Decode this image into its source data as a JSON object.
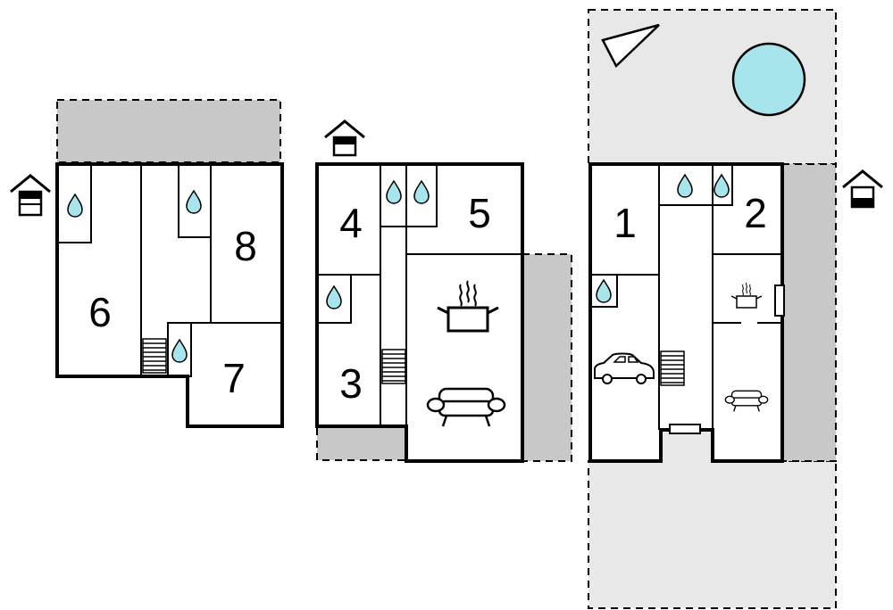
{
  "plan": {
    "colors": {
      "terrace_dark": "#c8c8c8",
      "terrace_light": "#e8e8e8",
      "pool": "#a8e4ec",
      "water_drop": "#a8e4ec",
      "wall": "#000000"
    },
    "rooms": {
      "r1": "1",
      "r2": "2",
      "r3": "3",
      "r4": "4",
      "r5": "5",
      "r6": "6",
      "r7": "7",
      "r8": "8"
    },
    "icons": {
      "level": "floor-level-house-icon",
      "bathroom": "water-drop-icon",
      "stairs": "stairs-icon",
      "kitchen": "cooking-pot-icon",
      "living": "sofa-icon",
      "garage": "car-icon",
      "pool": "swimming-pool-icon",
      "sunbed": "sunbed-icon"
    }
  }
}
